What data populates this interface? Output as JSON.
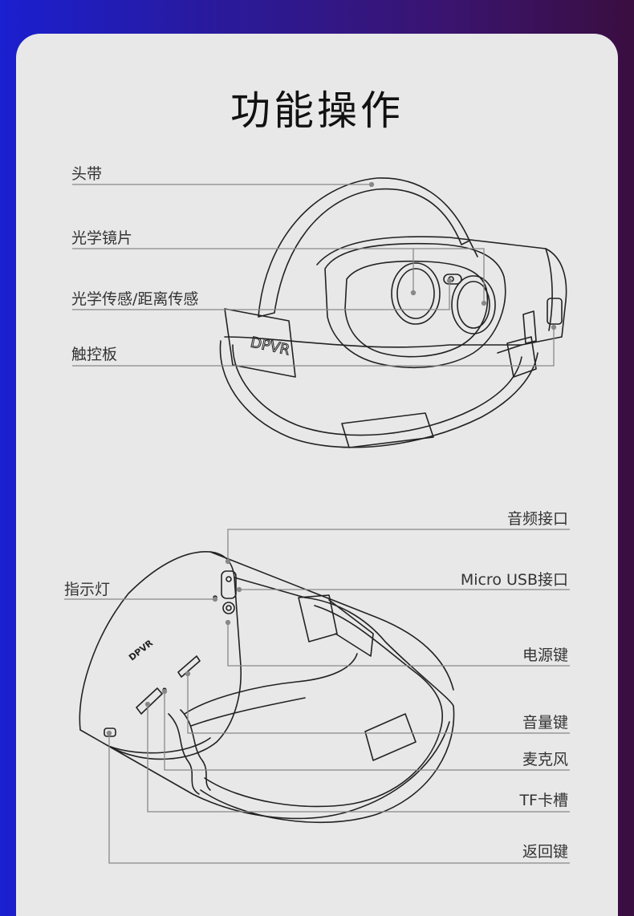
{
  "title": "功能操作",
  "top_labels": [
    {
      "id": "headband",
      "text": "头带"
    },
    {
      "id": "optical-lens",
      "text": "光学镜片"
    },
    {
      "id": "sensor",
      "text": "光学传感/距离传感"
    },
    {
      "id": "touchpad",
      "text": "触控板"
    }
  ],
  "bottom_labels": [
    {
      "id": "audio-port",
      "text": "音频接口"
    },
    {
      "id": "indicator",
      "text": "指示灯"
    },
    {
      "id": "micro-usb",
      "text": "Micro USB接口"
    },
    {
      "id": "power-key",
      "text": "电源键"
    },
    {
      "id": "volume-key",
      "text": "音量键"
    },
    {
      "id": "microphone",
      "text": "麦克风"
    },
    {
      "id": "tf-slot",
      "text": "TF卡槽"
    },
    {
      "id": "back-key",
      "text": "返回键"
    }
  ],
  "brand": "DPVR",
  "colors": {
    "line": "#888888",
    "stroke": "#222222",
    "card": "#e8e8e8"
  }
}
